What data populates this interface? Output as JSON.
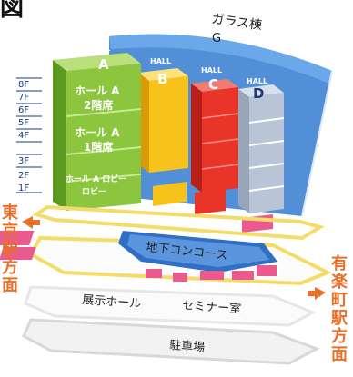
{
  "heading": "図",
  "glass_building": {
    "name": "ガラス棟",
    "letter": "G"
  },
  "floors": [
    "8F",
    "7F",
    "6F",
    "5F",
    "4F",
    "3F",
    "2F",
    "1F"
  ],
  "halls": [
    {
      "small": "HALL",
      "letter": "A"
    },
    {
      "small": "HALL",
      "letter": "B"
    },
    {
      "small": "HALL",
      "letter": "C"
    },
    {
      "small": "HALL",
      "letter": "D"
    }
  ],
  "hall_a_labels": {
    "upper_line1": "ホール A",
    "upper_line2": "2階席",
    "lower_line1": "ホール A",
    "lower_line2": "1階席",
    "lobby_line1": "ホール A ロビー",
    "lobby_line2": "ロビー"
  },
  "underground": {
    "concourse": "地下コンコース",
    "exhibition_hall": "展示ホール",
    "seminar_room": "セミナー室",
    "parking": "駐車場"
  },
  "directions": {
    "tokyo_station": [
      "東",
      "京",
      "駅",
      "方",
      "面"
    ],
    "yurakucho_station": [
      "有",
      "楽",
      "町",
      "駅",
      "方",
      "面"
    ]
  },
  "colors": {
    "hall_a": "#8cc63f",
    "hall_b": "#f6c21b",
    "hall_c": "#e9342a",
    "hall_d": "#b9c4d6",
    "glass": "#3a7fd0",
    "concourse_blue": "#2f6fc4",
    "pink": "#ea5a8f",
    "yellow_outline": "#f3dc6a",
    "direction_orange": "#e8702a",
    "floor_text": "#1a3a7a"
  }
}
